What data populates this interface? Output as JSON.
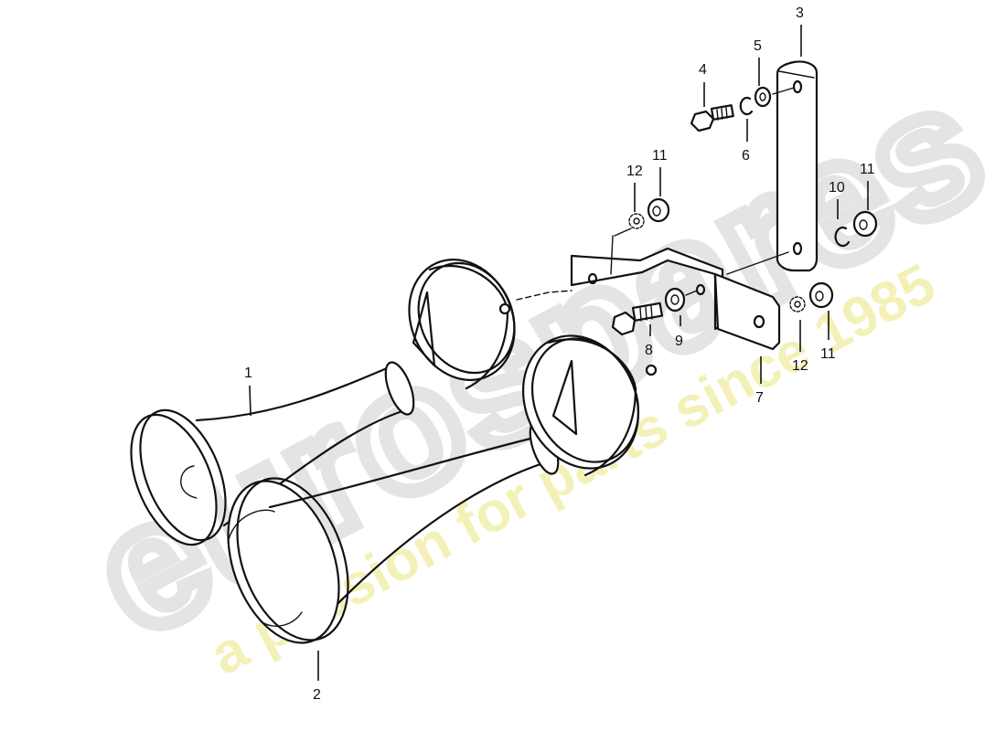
{
  "diagram": {
    "type": "exploded-parts-diagram",
    "subject": "dual fanfare horn assembly with mounting bracket",
    "background": "#ffffff",
    "line_color": "#111111"
  },
  "watermark": {
    "logo_text": "eurospares",
    "tagline": "a passion for parts since 1985",
    "logo_color": "#e6e6e6",
    "tagline_color": "#f3f0b0"
  },
  "callouts": [
    {
      "id": "1",
      "label": "1",
      "part": "horn (upper, long trumpet)"
    },
    {
      "id": "2",
      "label": "2",
      "part": "horn (lower, long trumpet)"
    },
    {
      "id": "3",
      "label": "3",
      "part": "support strap"
    },
    {
      "id": "4",
      "label": "4",
      "part": "hex bolt"
    },
    {
      "id": "5",
      "label": "5",
      "part": "washer"
    },
    {
      "id": "6",
      "label": "6",
      "part": "spring washer"
    },
    {
      "id": "7",
      "label": "7",
      "part": "bracket"
    },
    {
      "id": "8",
      "label": "8",
      "part": "hex bolt"
    },
    {
      "id": "9",
      "label": "9",
      "part": "washer"
    },
    {
      "id": "10",
      "label": "10",
      "part": "spring washer"
    },
    {
      "id": "11a",
      "label": "11",
      "part": "nut (upper-left)"
    },
    {
      "id": "11b",
      "label": "11",
      "part": "nut (right)"
    },
    {
      "id": "11c",
      "label": "11",
      "part": "nut (lower-right)"
    },
    {
      "id": "12a",
      "label": "12",
      "part": "lock washer (upper-left)"
    },
    {
      "id": "12b",
      "label": "12",
      "part": "lock washer (lower-right)"
    }
  ]
}
